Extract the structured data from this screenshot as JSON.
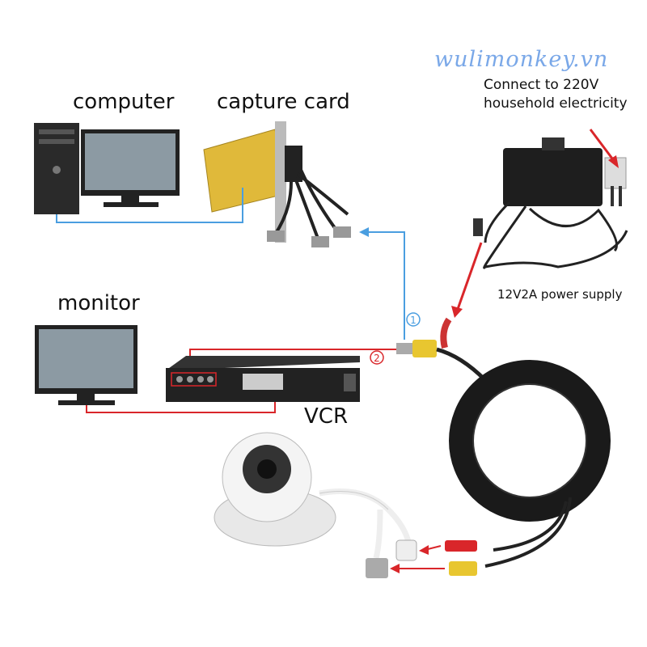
{
  "watermark": "wulimonkey.vn",
  "labels": {
    "computer": "computer",
    "capture_card": "capture card",
    "monitor": "monitor",
    "vcr": "VCR",
    "power_supply": "12V2A power supply",
    "mains_line1": "Connect to 220V",
    "mains_line2": "household electricity"
  },
  "markers": {
    "one": "1",
    "two": "2"
  },
  "colors": {
    "blue_line": "#4a9ee0",
    "red_line": "#d9262a",
    "watermark": "#7aa8e8"
  }
}
